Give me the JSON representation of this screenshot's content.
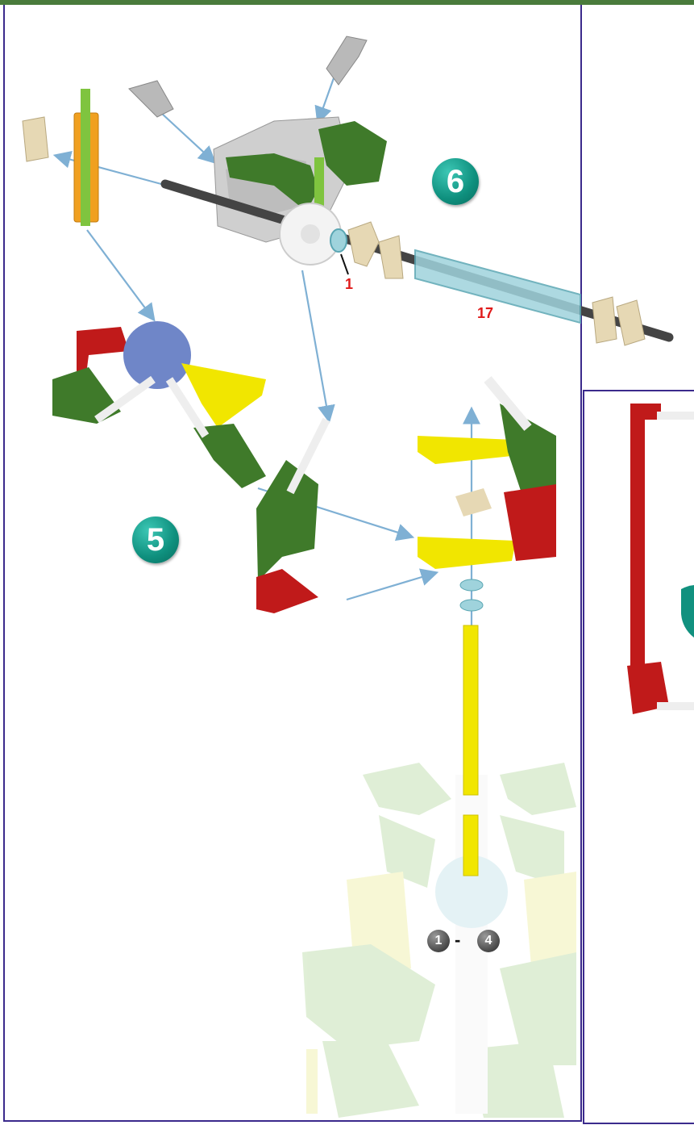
{
  "steps": {
    "step5": "5",
    "step6": "6",
    "step_right_partial": ""
  },
  "quantities": {
    "spacer_count": "1",
    "spring_count": "17"
  },
  "reference": {
    "from": "1",
    "dash": "-",
    "to": "4"
  },
  "colors": {
    "frame_border": "#3b2a8c",
    "top_bar": "#4a7b3c",
    "badge_teal": "#11917f",
    "arrow_blue": "#7fb0d4",
    "qty_red": "#e01b1b",
    "part_green": "#3f7a2a",
    "part_red": "#c01a1a",
    "part_yellow": "#f1e600",
    "part_blue": "#6f86c8",
    "part_tan": "#e6d8b4",
    "part_gray": "#c9c9c9",
    "part_orange": "#f0a020",
    "spring_cyan": "#9fd3dc"
  }
}
